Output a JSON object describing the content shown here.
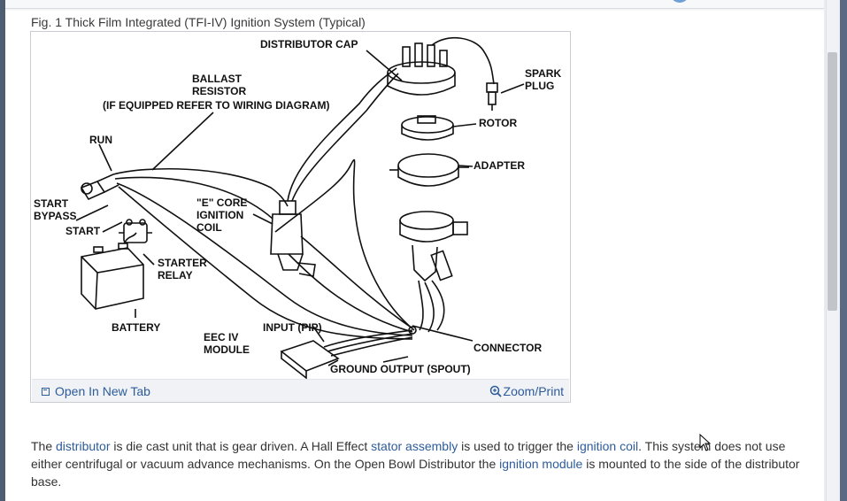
{
  "figure": {
    "caption": "Fig. 1 Thick Film Integrated (TFI-IV) Ignition System (Typical)",
    "labels": {
      "distributor_cap": "DISTRIBUTOR CAP",
      "spark": "SPARK",
      "plug": "PLUG",
      "rotor": "ROTOR",
      "adapter": "ADAPTER",
      "ballast": "BALLAST",
      "resistor": "RESISTOR",
      "ballast_note": "(IF EQUIPPED REFER TO WIRING DIAGRAM)",
      "run": "RUN",
      "start_bypass_1": "START",
      "start_bypass_2": "BYPASS",
      "start": "START",
      "ecore_1": "\"E\" CORE",
      "ecore_2": "IGNITION",
      "ecore_3": "COIL",
      "starter_1": "STARTER",
      "starter_2": "RELAY",
      "battery": "BATTERY",
      "eec_1": "EEC IV",
      "eec_2": "MODULE",
      "input_pip": "INPUT (PIP)",
      "connector": "CONNECTOR",
      "ground_output": "GROUND OUTPUT (SPOUT)"
    },
    "open_in_new_tab": "Open In New Tab",
    "zoom_print": "Zoom/Print"
  },
  "article": {
    "p1_a": "The ",
    "link_distributor": "distributor",
    "p1_b": " is die cast unit that is gear driven. A Hall Effect ",
    "link_stator": "stator assembly",
    "p1_c": " is used to trigger the ",
    "link_coil": "ignition coil",
    "p1_d": ". This system does not use either centrifugal or vacuum advance mechanisms. On the Open Bowl Distributor the ",
    "link_module": "ignition module",
    "p1_e": " is mounted to the side of the distributor base."
  },
  "colors": {
    "link": "#2d5c9a",
    "text": "#333333",
    "scrollbar_thumb": "#c1c4c9"
  }
}
